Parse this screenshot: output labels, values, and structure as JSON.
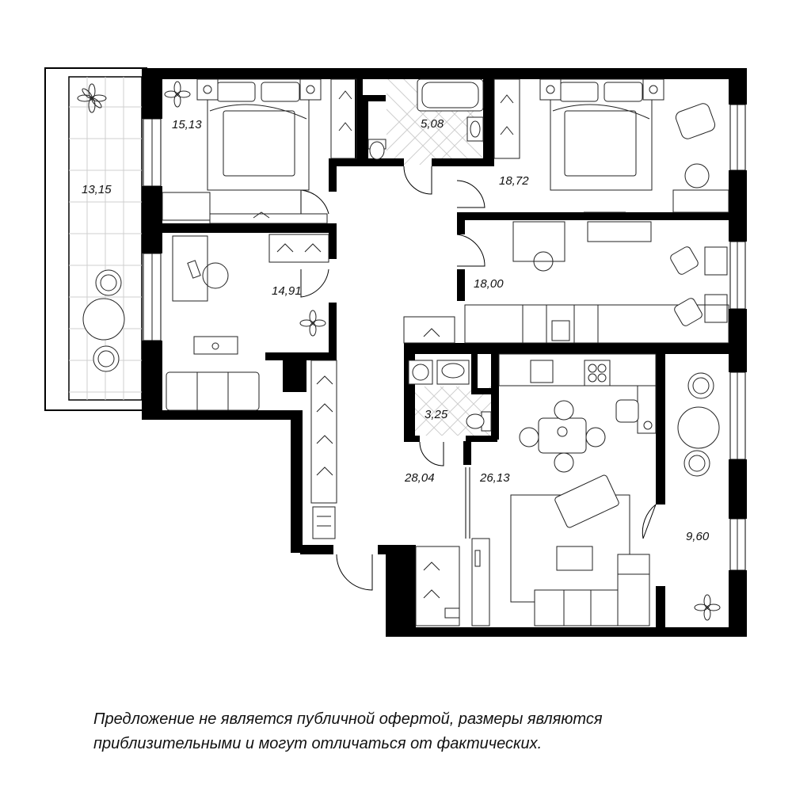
{
  "plan": {
    "rooms": [
      {
        "id": "balcony",
        "area": "13,15"
      },
      {
        "id": "bedroom-1",
        "area": "15,13"
      },
      {
        "id": "bathroom-1",
        "area": "5,08"
      },
      {
        "id": "bedroom-2",
        "area": "18,72"
      },
      {
        "id": "study",
        "area": "14,91"
      },
      {
        "id": "bedroom-3",
        "area": "18,00"
      },
      {
        "id": "bathroom-2",
        "area": "3,25"
      },
      {
        "id": "hallway",
        "area": "28,04"
      },
      {
        "id": "living-kitchen",
        "area": "26,13"
      },
      {
        "id": "loggia",
        "area": "9,60"
      }
    ]
  },
  "disclaimer": {
    "line1": "Предложение не является публичной офертой, размеры являются",
    "line2": "приблизительными и могут отличаться от фактических."
  },
  "colors": {
    "wall": "#000000",
    "background": "#ffffff",
    "furniture": "#222222"
  }
}
